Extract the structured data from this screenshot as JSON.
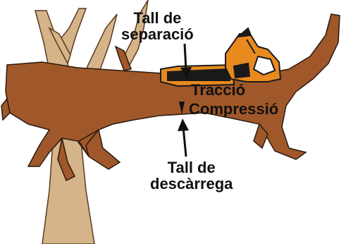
{
  "labels": {
    "separation_cut_line1": "Tall de",
    "separation_cut_line2": "separació",
    "tension": "Tracció",
    "compression": "Compressió",
    "relief_cut_line1": "Tall de",
    "relief_cut_line2": "descàrrega"
  },
  "colors": {
    "branch": "#a0582a",
    "trunk": "#d6b48a",
    "saw_body": "#e88a1e",
    "outline": "#2a1a10",
    "text": "#111111"
  },
  "icons": [
    "chainsaw-icon",
    "arrow-up-icon",
    "arrow-down-icon"
  ]
}
